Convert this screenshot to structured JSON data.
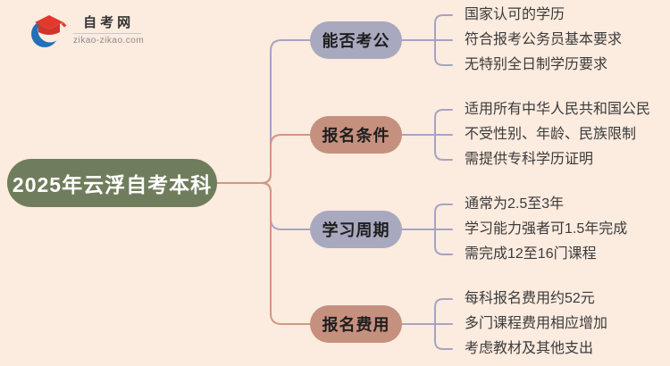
{
  "logo": {
    "site_name": "自考网",
    "site_url": "zikao-zikao.com"
  },
  "colors": {
    "background": "#fcebdf",
    "root_node_fill": "#6f7d5c",
    "root_text": "#ffffff",
    "lavender_node_fill": "#a8a8bf",
    "salmon_node_fill": "#c6907e",
    "lavender_line": "#a5a5c2",
    "salmon_line": "#d2977f",
    "branch_text": "#1e1e1e",
    "leaf_text": "#3b3b3b",
    "logo_blue": "#2170b8",
    "logo_red": "#e3382e"
  },
  "mindmap": {
    "root_label": "2025年云浮自考本科",
    "branches": [
      {
        "label": "能否考公",
        "children": [
          "国家认可的学历",
          "符合报考公务员基本要求",
          "无特别全日制学历要求"
        ]
      },
      {
        "label": "报名条件",
        "children": [
          "适用所有中华人民共和国公民",
          "不受性别、年龄、民族限制",
          "需提供专科学历证明"
        ]
      },
      {
        "label": "学习周期",
        "children": [
          "通常为2.5至3年",
          "学习能力强者可1.5年完成",
          "需完成12至16门课程"
        ]
      },
      {
        "label": "报名费用",
        "children": [
          "每科报名费用约52元",
          "多门课程费用相应增加",
          "考虑教材及其他支出"
        ]
      }
    ]
  }
}
